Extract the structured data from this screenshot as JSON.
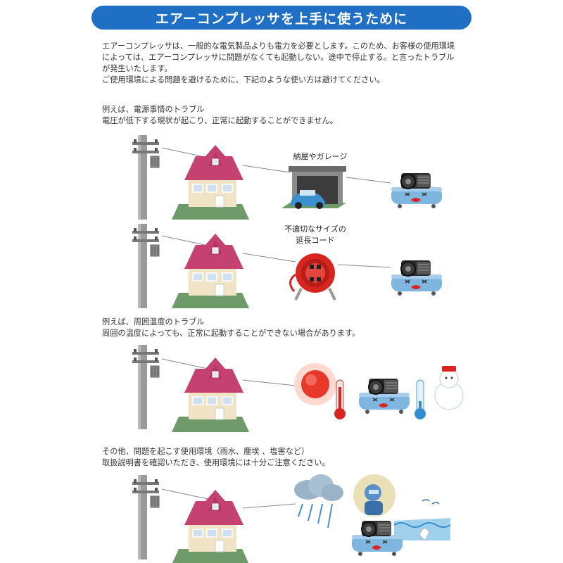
{
  "title": "エアーコンプレッサを上手に使うために",
  "intro": {
    "lines": [
      "エアーコンプレッサは、一般的な電気製品よりも電力を必要とします。このため、お客様の使用環境",
      "によっては、エアーコンプレッサに問題がなくても起動しない。途中で停止する。と言ったトラブル",
      "が発生いたします。",
      "ご使用環境による問題を避けるために、下記のような使い方は避けてください。"
    ]
  },
  "power_section": {
    "heading": "例えば、電源事情のトラブル",
    "desc": "電圧が低下する現状が起こり、正常に起動することができません。",
    "label_garage": "納屋やガレージ",
    "label_cord_1": "不適切なサイズの",
    "label_cord_2": "延長コード"
  },
  "temp_section": {
    "heading": "例えば、周囲温度のトラブル",
    "desc": "周囲の温度によっても、正常に起動することができない場合があります。"
  },
  "other_section": {
    "line1": "その他、問題を起こす使用環境（雨水、塵埃 、塩害など）",
    "line2": "取扱説明書を確認いただき、使用環境には十分ご注意ください。"
  },
  "colors": {
    "title_bg": "#1f6fc4",
    "roof": "#c5416f",
    "house_wall": "#f1e4c6",
    "lawn": "#6f9a6a",
    "compressor_tank": "#7fb6e0",
    "cord_reel": "#d8251f"
  }
}
